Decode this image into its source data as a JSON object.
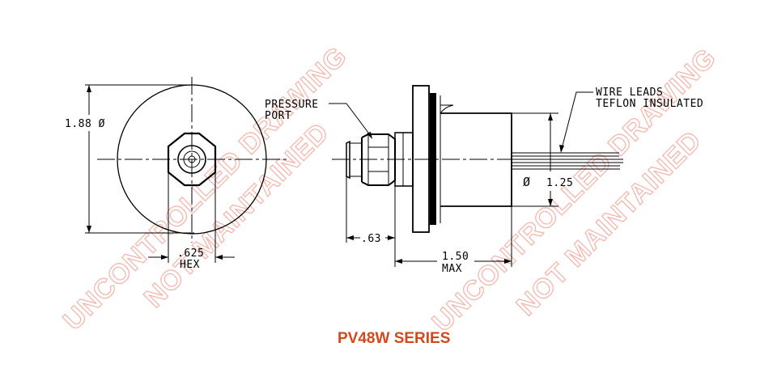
{
  "title": "PV48W SERIES",
  "colors": {
    "title": "#d4491b",
    "watermark": "#f3b3a8",
    "line": "#000000"
  },
  "dimensions": {
    "diameter_outer": "1.88 Ø",
    "hex_value": ".625",
    "hex_label": "HEX",
    "port_length": ".63",
    "body_length_value": "1.50",
    "body_length_label": "MAX",
    "diameter_body_symbol": "Ø",
    "diameter_body_value": "1.25"
  },
  "callouts": {
    "pressure_port": [
      "PRESSURE",
      "PORT"
    ],
    "wire_leads": [
      "WIRE LEADS",
      "TEFLON INSULATED"
    ]
  },
  "watermarks": [
    "UNCONTROLLED DRAWING",
    "NOT MAINTAINED",
    "UNCONTROLLED DRAWING",
    "NOT MAINTAINED"
  ]
}
